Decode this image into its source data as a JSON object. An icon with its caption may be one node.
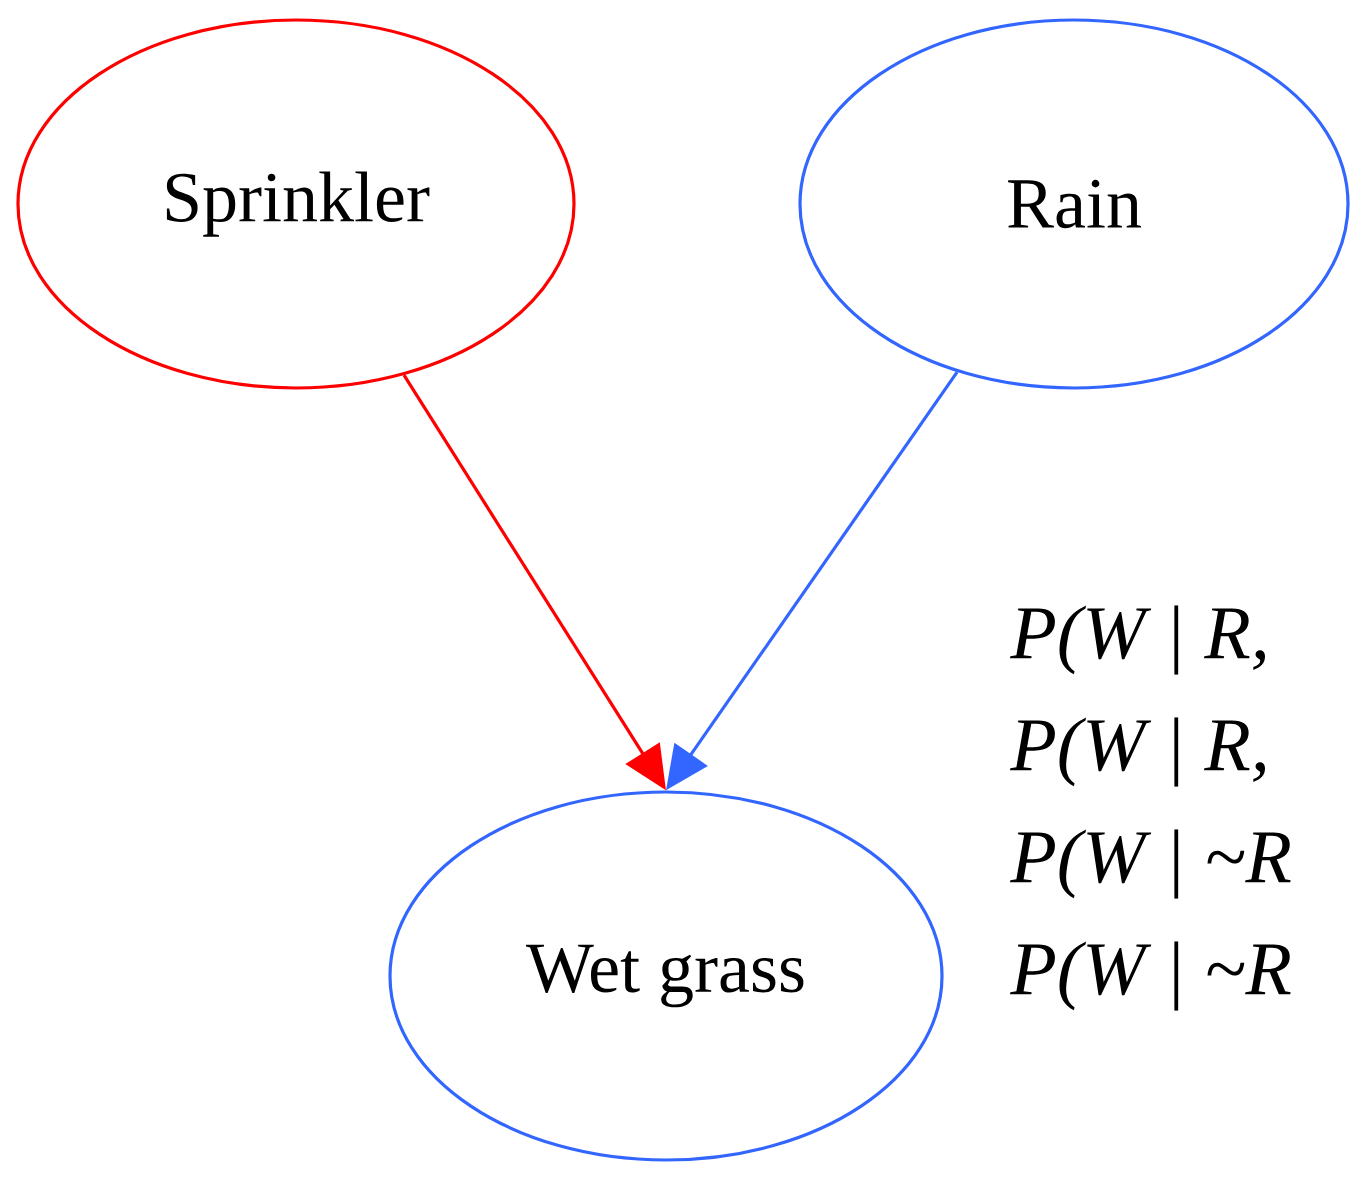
{
  "diagram": {
    "nodes": [
      {
        "text": [
          "Sprinkler"
        ]
      },
      {
        "text": [
          "Rain"
        ]
      },
      {
        "text": [
          "Wet grass"
        ]
      }
    ],
    "edges": [
      {
        "from": 0,
        "to": 2,
        "arrow": "to",
        "color": "#ff0000"
      },
      {
        "from": 1,
        "to": 2,
        "arrow": "to",
        "color": "#3366ff"
      }
    ],
    "labels": [
      "P(W | R,",
      "P(W | R,",
      "P(W | ~R",
      "P(W | ~R"
    ]
  }
}
